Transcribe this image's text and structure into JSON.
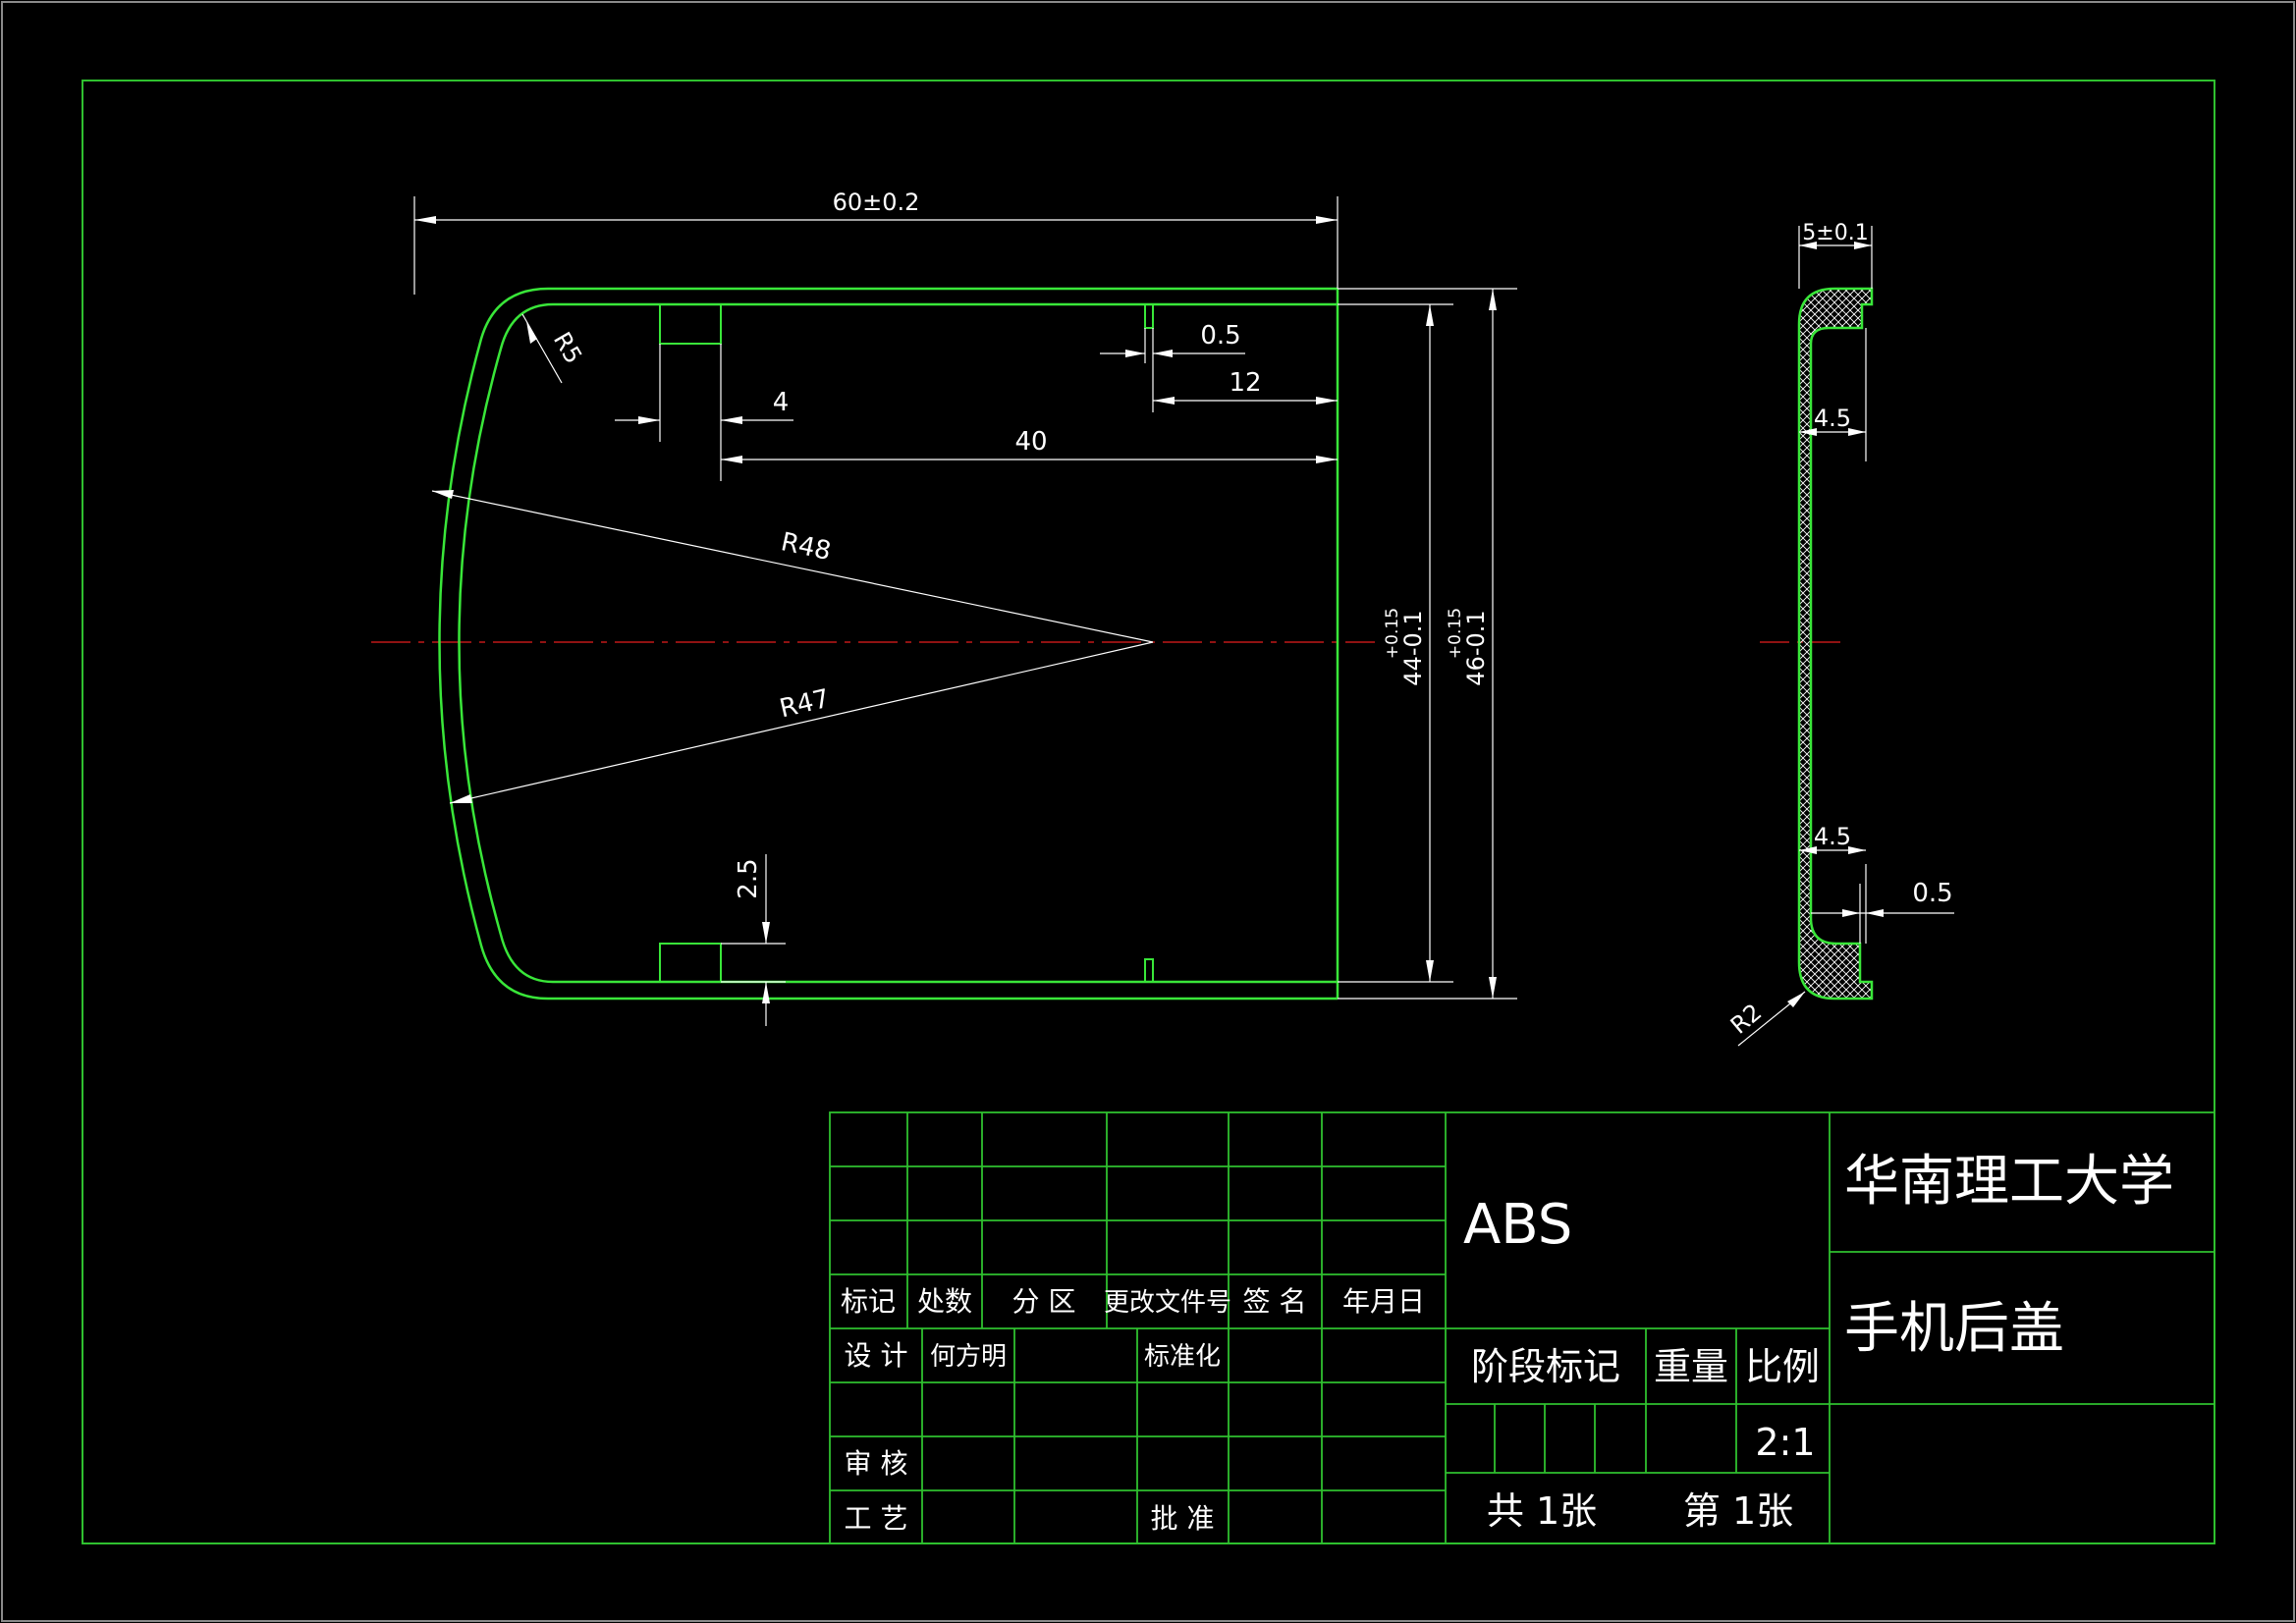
{
  "colors": {
    "background": "#000000",
    "frame": "#2fc02f",
    "outer_border": "#8a8a8a",
    "part_outline": "#39e639",
    "dimension": "#ffffff",
    "centerline": "#c01818",
    "hatch": "#ffffff",
    "table_text": "#ffffff"
  },
  "dimensions": {
    "width_60": "60±0.2",
    "r5": "R5",
    "d0_5_top": "0.5",
    "d4": "4",
    "d12": "12",
    "d40": "40",
    "r48": "R48",
    "r47": "R47",
    "h44_main": "44-0.1",
    "h44_tol": "+0.15",
    "h46_main": "46-0.1",
    "h46_tol": "+0.15",
    "d2_5": "2.5",
    "thick_5": "5±0.1",
    "wall_4_5_top": "4.5",
    "wall_4_5_bottom": "4.5",
    "d0_5_side": "0.5",
    "r2": "R2"
  },
  "title_block": {
    "material": "ABS",
    "university": "华南理工大学",
    "part_name": "手机后盖",
    "header_labels": [
      "标记",
      "处数",
      "分 区",
      "更改文件号",
      "签 名",
      "年月日"
    ],
    "design_label": "设 计",
    "designer": "何方明",
    "standardization_label": "标准化",
    "review_label": "审 核",
    "process_label": "工 艺",
    "approve_label": "批 准",
    "stage_label": "阶段标记",
    "weight_label": "重量",
    "scale_label": "比例",
    "scale_value": "2:1",
    "sheets_total": "共 1张",
    "sheet_number": "第 1张"
  }
}
